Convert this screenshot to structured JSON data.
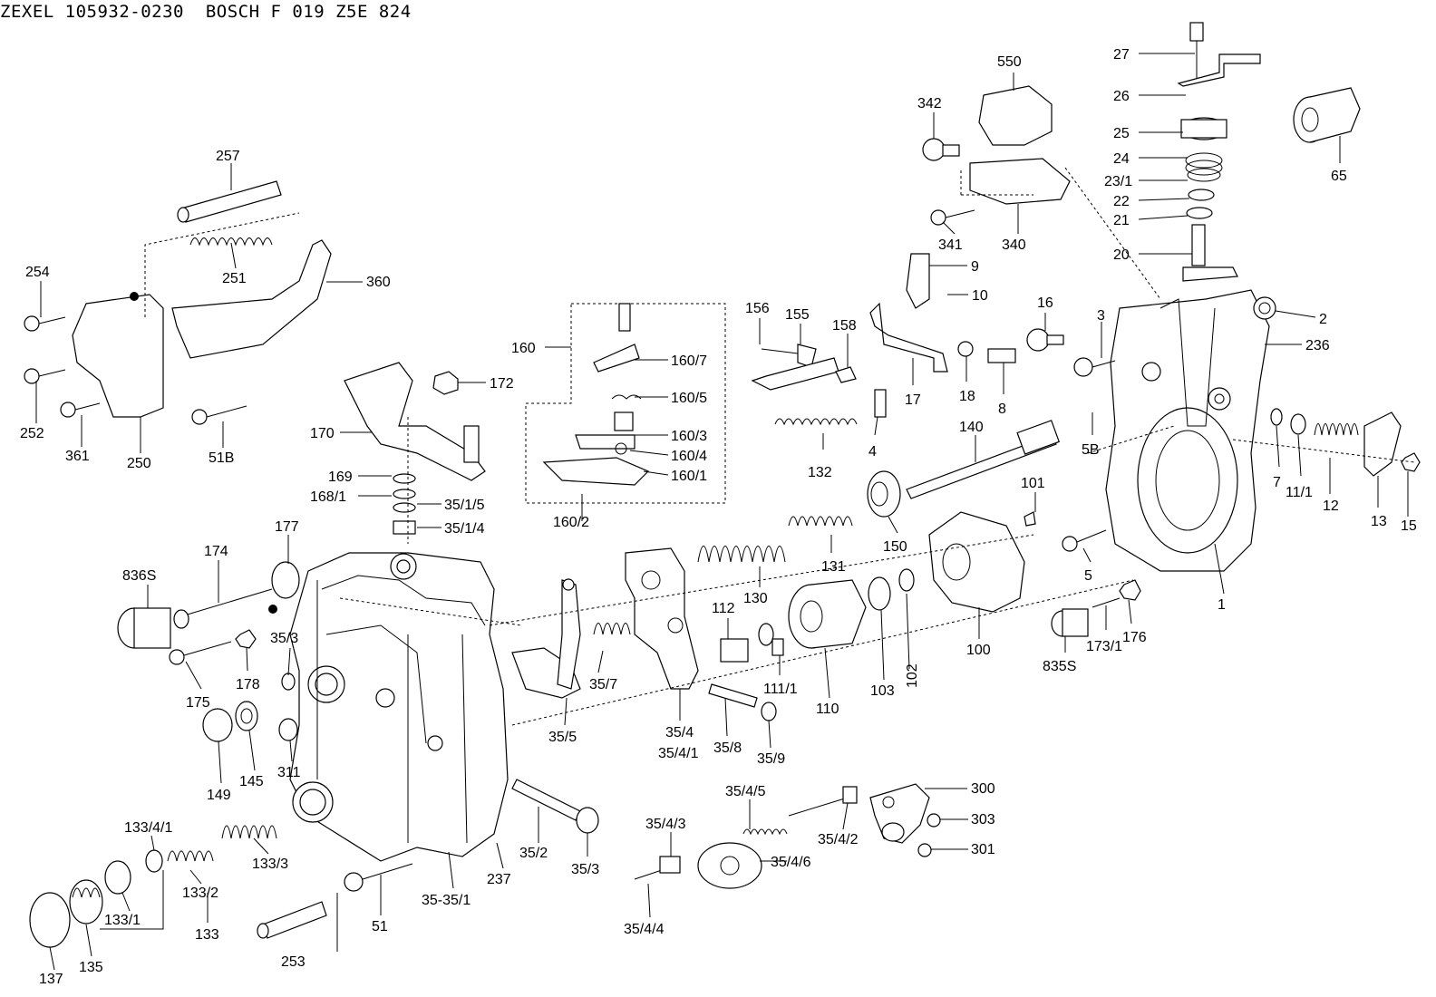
{
  "title": "ZEXEL 105932-0230  BOSCH F 019 Z5E 824",
  "labels": {
    "p27": "27",
    "p26": "26",
    "p25": "25",
    "p24": "24",
    "p23_1": "23/1",
    "p22": "22",
    "p21": "21",
    "p20": "20",
    "p65": "65",
    "p550": "550",
    "p342": "342",
    "p341": "341",
    "p340": "340",
    "p257": "257",
    "p251": "251",
    "p254": "254",
    "p360": "360",
    "p252": "252",
    "p361": "361",
    "p250": "250",
    "p51B": "51B",
    "p172": "172",
    "p170": "170",
    "p169": "169",
    "p168_1": "168/1",
    "p35_1_5": "35/1/5",
    "p35_1_4": "35/1/4",
    "p160": "160",
    "p160_7": "160/7",
    "p160_5": "160/5",
    "p160_3": "160/3",
    "p160_4": "160/4",
    "p160_1": "160/1",
    "p160_2": "160/2",
    "p156": "156",
    "p155": "155",
    "p158": "158",
    "p132": "132",
    "p9": "9",
    "p10": "10",
    "p17": "17",
    "p18": "18",
    "p8": "8",
    "p4": "4",
    "p16": "16",
    "p3": "3",
    "p2": "2",
    "p236": "236",
    "p5B": "5B",
    "p140": "140",
    "p7": "7",
    "p11_1": "11/1",
    "p12": "12",
    "p13": "13",
    "p15": "15",
    "p101": "101",
    "p150": "150",
    "p131": "131",
    "p130": "130",
    "p5": "5",
    "p176": "176",
    "p173_1": "173/1",
    "p835S": "835S",
    "p1": "1",
    "p100": "100",
    "p102": "102",
    "p103": "103",
    "p110": "110",
    "p111_1": "111/1",
    "p112": "112",
    "p177": "177",
    "p174": "174",
    "p836S": "836S",
    "p175": "175",
    "p178": "178",
    "p35_3a": "35/3",
    "p149": "149",
    "p145": "145",
    "p311": "311",
    "p35_7": "35/7",
    "p35_5": "35/5",
    "p35_4": "35/4",
    "p35_4_1": "35/4/1",
    "p35_8": "35/8",
    "p35_9": "35/9",
    "p133_4_1": "133/4/1",
    "p133_3": "133/3",
    "p133_2": "133/2",
    "p133": "133",
    "p133_1": "133/1",
    "p137": "137",
    "p135": "135",
    "p253": "253",
    "p51": "51",
    "p35_35_1": "35-35/1",
    "p237": "237",
    "p35_2": "35/2",
    "p35_3b": "35/3",
    "p35_4_5": "35/4/5",
    "p35_4_3": "35/4/3",
    "p35_4_4": "35/4/4",
    "p35_4_6": "35/4/6",
    "p35_4_2": "35/4/2",
    "p300": "300",
    "p303": "303",
    "p301": "301"
  }
}
